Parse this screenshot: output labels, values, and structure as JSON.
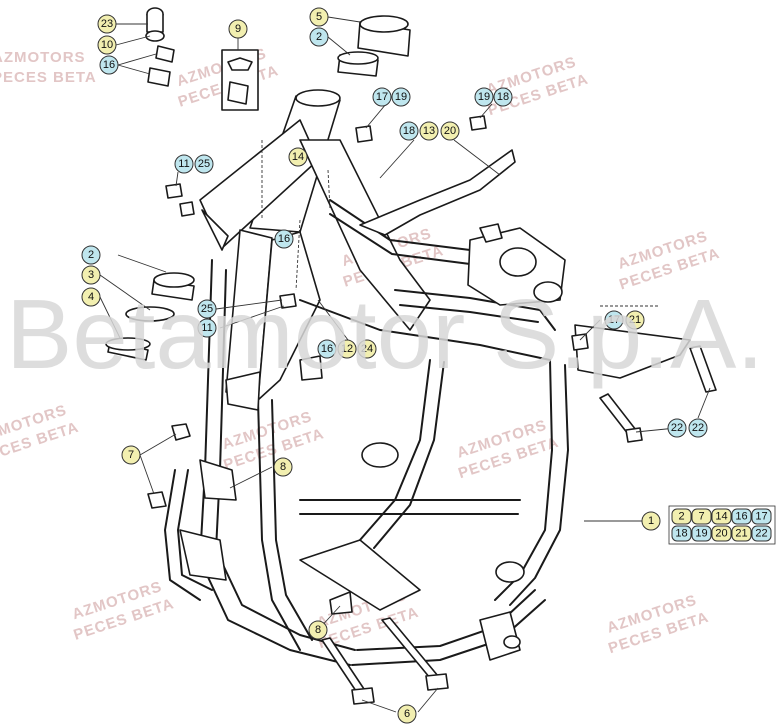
{
  "watermarks": {
    "line1": "AZMOTORS",
    "line2": "PECES BETA",
    "big": "Betamotor S.p.A."
  },
  "colors": {
    "label_cyan": "#bfe6ee",
    "label_yellow": "#f2efb0",
    "watermark": "#e2c6c6"
  },
  "callouts": {
    "c23": "23",
    "c10": "10",
    "c16a": "16",
    "c9": "9",
    "c5": "5",
    "c2a": "2",
    "c17a": "17",
    "c19a": "19",
    "c19b": "19",
    "c18a": "18",
    "c18b": "18",
    "c13": "13",
    "c20": "20",
    "c14": "14",
    "c11a": "11",
    "c25a": "25",
    "c16b": "16",
    "c2b": "2",
    "c3": "3",
    "c4": "4",
    "c25b": "25",
    "c11b": "11",
    "c16c": "16",
    "c12": "12",
    "c24": "24",
    "c17b": "17",
    "c21": "21",
    "c22a": "22",
    "c22b": "22",
    "c7": "7",
    "c8a": "8",
    "c8b": "8",
    "c1": "1",
    "c6": "6"
  },
  "kit_table": {
    "row1": [
      "2",
      "7",
      "14",
      "16",
      "17"
    ],
    "row2": [
      "18",
      "19",
      "20",
      "21",
      "22"
    ]
  }
}
